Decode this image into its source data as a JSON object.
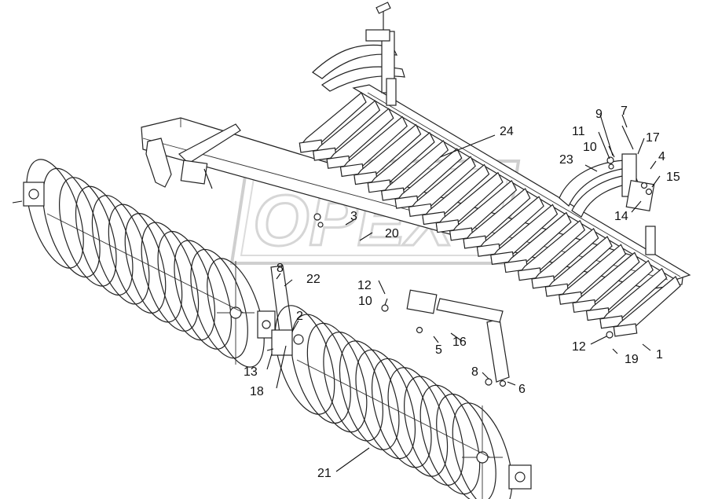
{
  "watermark": {
    "text": "OPEX",
    "color": "#cfcfcf"
  },
  "callouts": [
    {
      "id": "c1",
      "text": "1"
    },
    {
      "id": "c2",
      "text": "2"
    },
    {
      "id": "c3",
      "text": "3"
    },
    {
      "id": "c4",
      "text": "4"
    },
    {
      "id": "c5",
      "text": "5"
    },
    {
      "id": "c6",
      "text": "6"
    },
    {
      "id": "c7",
      "text": "7"
    },
    {
      "id": "c8a",
      "text": "8"
    },
    {
      "id": "c8b",
      "text": "8"
    },
    {
      "id": "c9",
      "text": "9"
    },
    {
      "id": "c10a",
      "text": "10"
    },
    {
      "id": "c10b",
      "text": "10"
    },
    {
      "id": "c11",
      "text": "11"
    },
    {
      "id": "c12a",
      "text": "12"
    },
    {
      "id": "c12b",
      "text": "12"
    },
    {
      "id": "c13",
      "text": "13"
    },
    {
      "id": "c14",
      "text": "14"
    },
    {
      "id": "c15",
      "text": "15"
    },
    {
      "id": "c16",
      "text": "16"
    },
    {
      "id": "c17",
      "text": "17"
    },
    {
      "id": "c18",
      "text": "18"
    },
    {
      "id": "c19",
      "text": "19"
    },
    {
      "id": "c20",
      "text": "20"
    },
    {
      "id": "c21",
      "text": "21"
    },
    {
      "id": "c22",
      "text": "22"
    },
    {
      "id": "c23",
      "text": "23"
    },
    {
      "id": "c24",
      "text": "24"
    }
  ]
}
